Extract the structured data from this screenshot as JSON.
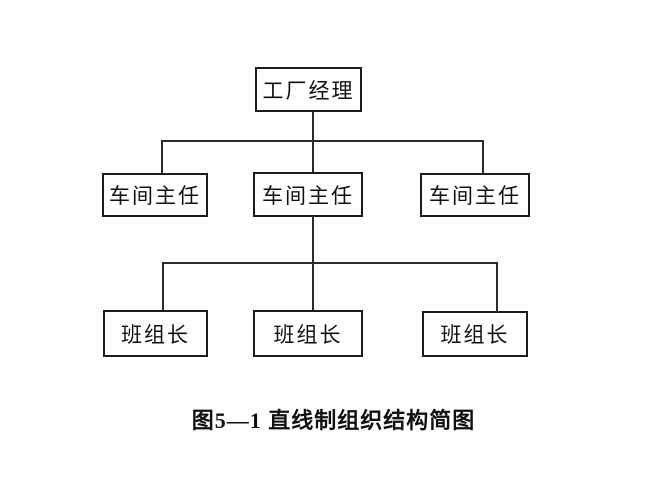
{
  "figure": {
    "caption": "图5—1 直线制组织结构简图",
    "nodes": [
      {
        "id": "factory-manager",
        "label": "工厂经理",
        "level": 1
      },
      {
        "id": "workshop-director-1",
        "label": "车间主任",
        "level": 2
      },
      {
        "id": "workshop-director-2",
        "label": "车间主任",
        "level": 2
      },
      {
        "id": "workshop-director-3",
        "label": "车间主任",
        "level": 2
      },
      {
        "id": "team-leader-1",
        "label": "班组长",
        "level": 3
      },
      {
        "id": "team-leader-2",
        "label": "班组长",
        "level": 3
      },
      {
        "id": "team-leader-3",
        "label": "班组长",
        "level": 3
      }
    ],
    "edges": [
      {
        "from": "factory-manager",
        "to": "workshop-director-1"
      },
      {
        "from": "factory-manager",
        "to": "workshop-director-2"
      },
      {
        "from": "factory-manager",
        "to": "workshop-director-3"
      },
      {
        "from": "workshop-director-2",
        "to": "team-leader-1"
      },
      {
        "from": "workshop-director-2",
        "to": "team-leader-2"
      },
      {
        "from": "workshop-director-2",
        "to": "team-leader-3"
      }
    ],
    "colors": {
      "line": "#2b2b2b",
      "border": "#1c1c1c",
      "text": "#111111",
      "background": "#ffffff"
    }
  }
}
